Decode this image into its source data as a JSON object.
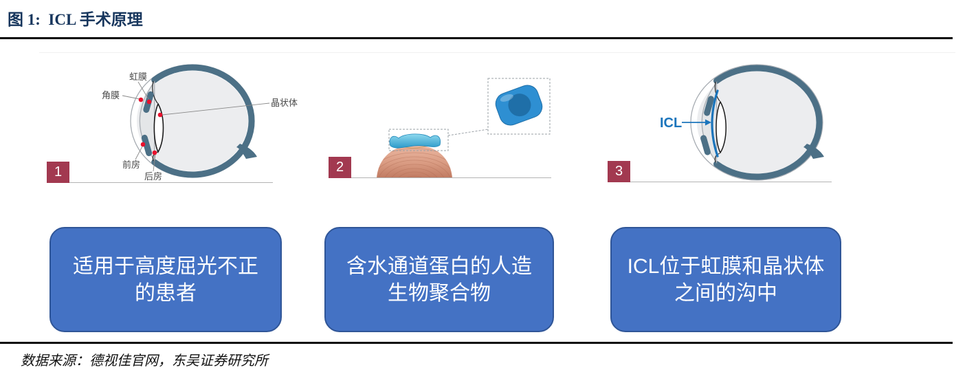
{
  "header": {
    "title": "图 1:  ICL 手术原理"
  },
  "footer": {
    "source": "数据来源：德视佳官网，东吴证券研究所"
  },
  "steps": [
    {
      "number": "1",
      "lines": [
        "适用于高度屈光不正",
        "的患者"
      ]
    },
    {
      "number": "2",
      "lines": [
        "含水通道蛋白的人造",
        "生物聚合物"
      ]
    },
    {
      "number": "3",
      "lines": [
        "ICL位于虹膜和晶状体",
        "之间的沟中"
      ]
    }
  ],
  "eye_labels": {
    "iris": "虹膜",
    "cornea": "角膜",
    "lens": "晶状体",
    "anterior_chamber": "前房",
    "posterior_chamber": "后房",
    "icl": "ICL"
  },
  "colors": {
    "title_navy": "#17365D",
    "step_badge_red": "#A23950",
    "callout_blue": "#4472C4",
    "callout_border": "#2F5597",
    "eye_slate": "#4C7086",
    "icl_blue": "#1B75BC",
    "red_dot": "#E8112D"
  }
}
